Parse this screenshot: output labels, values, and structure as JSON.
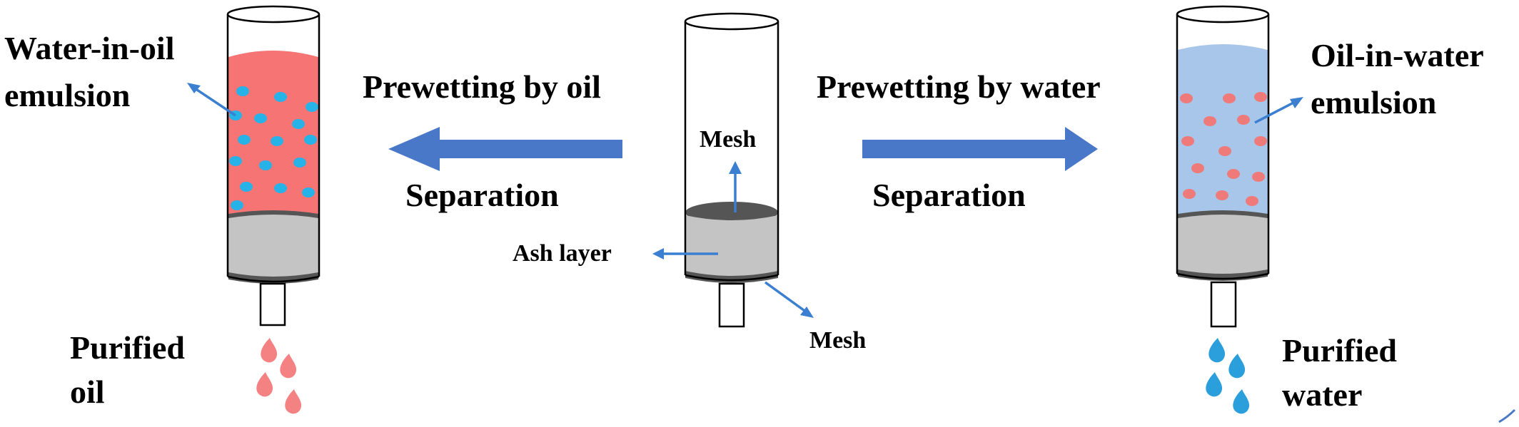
{
  "labels": {
    "water_in_oil_line1": "Water-in-oil",
    "water_in_oil_line2": "emulsion",
    "prewet_oil": "Prewetting by oil",
    "separation_left": "Separation",
    "mesh_top": "Mesh",
    "ash_layer": "Ash layer",
    "mesh_bottom": "Mesh",
    "prewet_water": "Prewetting by water",
    "separation_right": "Separation",
    "oil_in_water_line1": "Oil-in-water",
    "oil_in_water_line2": "emulsion",
    "purified_oil_line1": "Purified",
    "purified_oil_line2": "oil",
    "purified_water_line1": "Purified",
    "purified_water_line2": "water"
  },
  "colors": {
    "oil_fill": "#f77474",
    "water_fill": "#a7c6ea",
    "cyan_droplet": "#27b3e7",
    "red_droplet": "#ef7a7a",
    "ash_gray": "#c4c4c4",
    "mesh_dark": "#555555",
    "arrow_blue": "#4a78c8",
    "pointer_blue": "#3a7fd0"
  }
}
